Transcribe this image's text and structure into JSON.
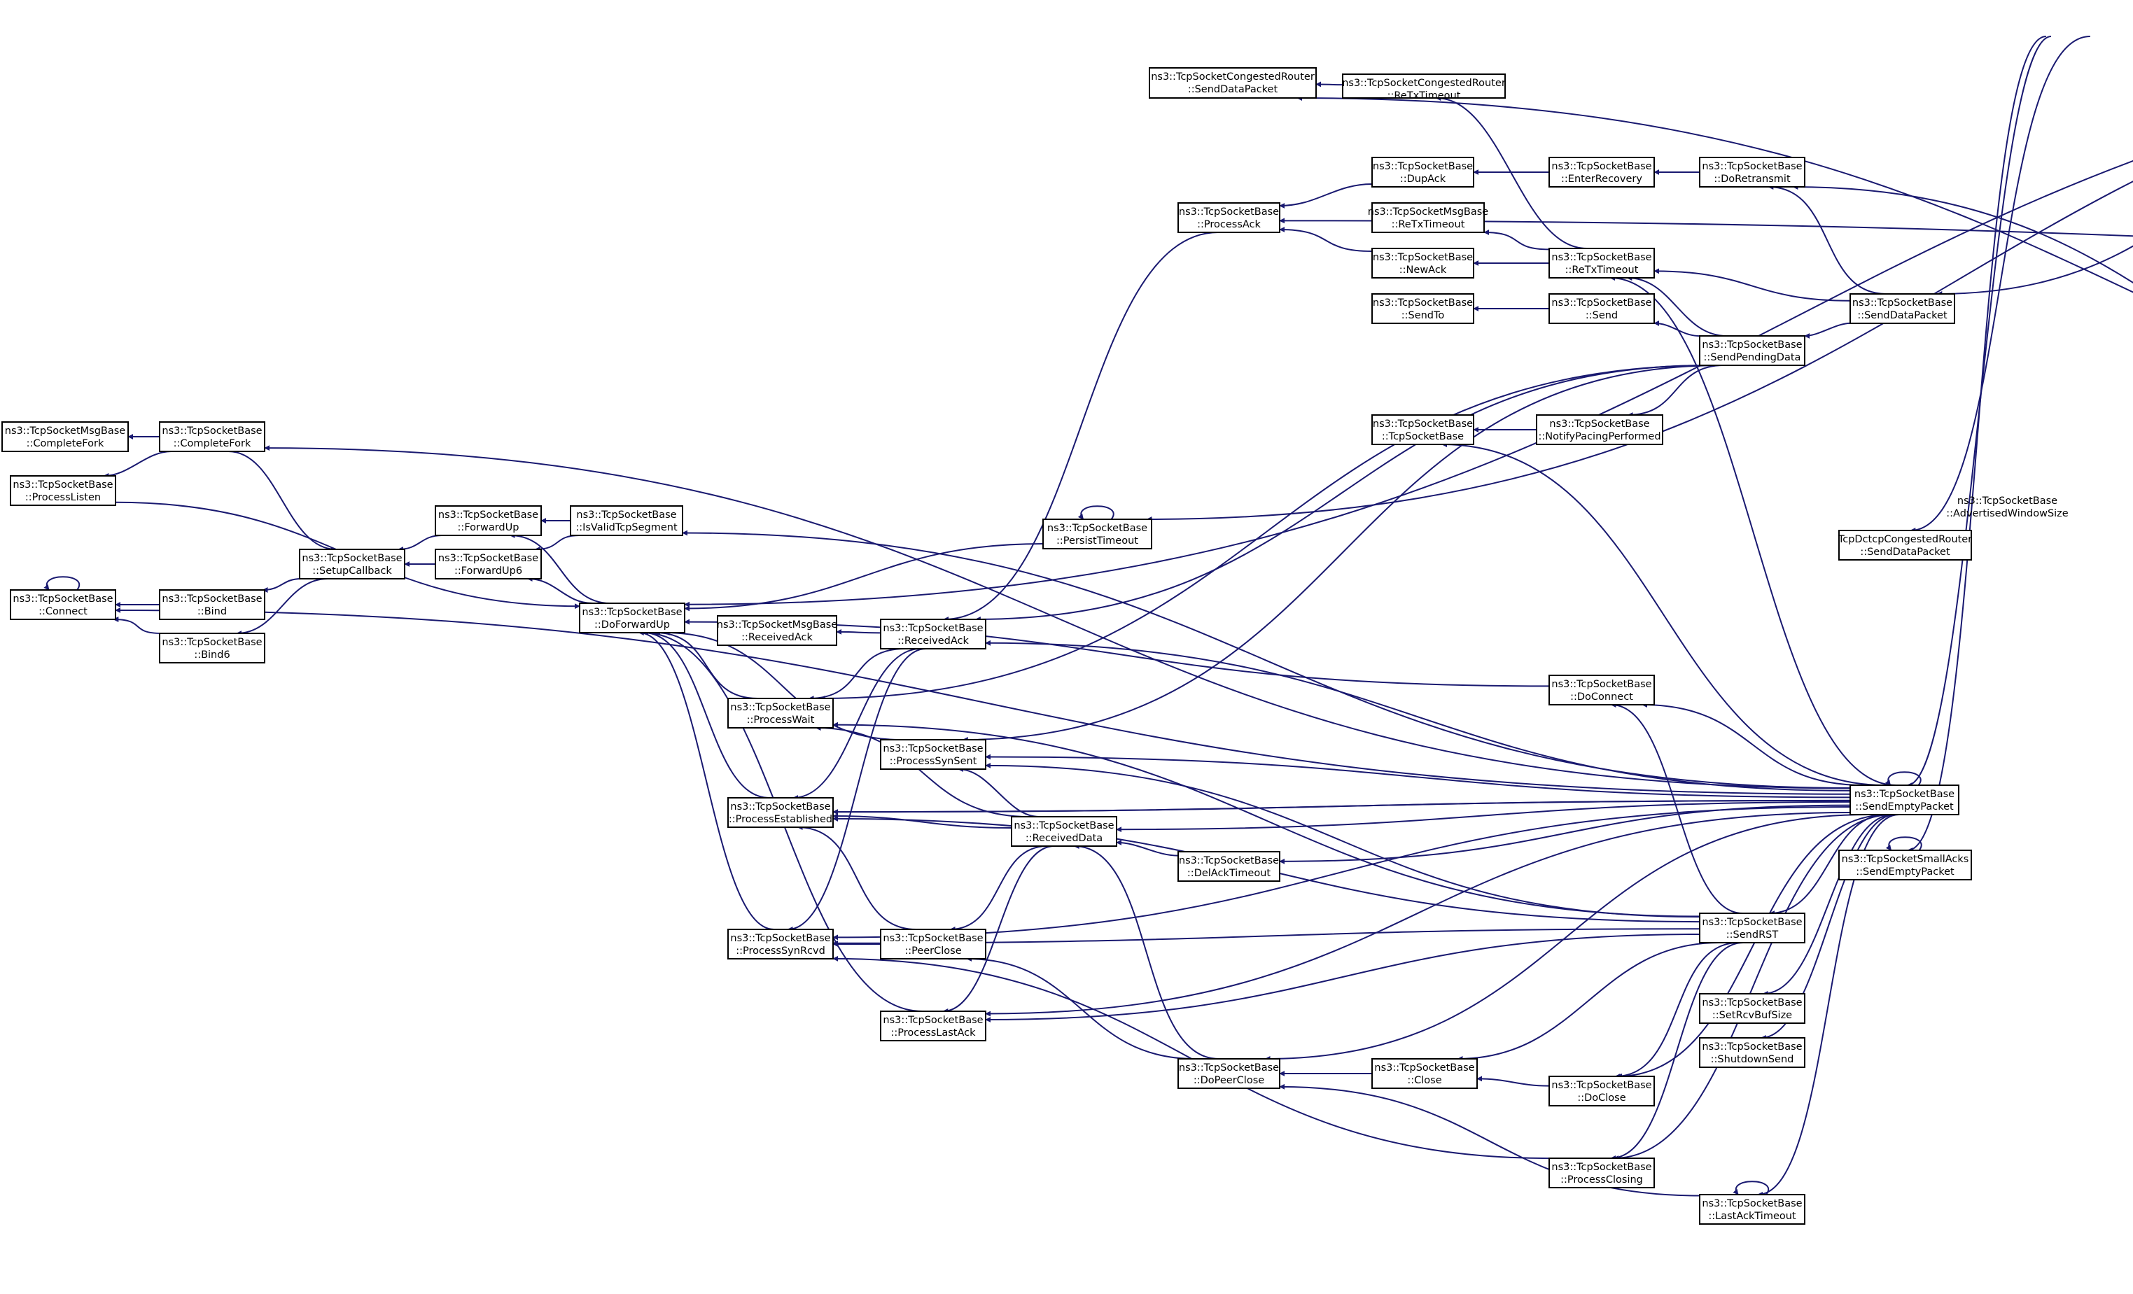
{
  "nodes": {
    "advwin": {
      "l1": "ns3::TcpSocketBase",
      "l2": "::AdvertisedWindowSize",
      "root": true
    },
    "cr_senddata": {
      "l1": "ns3::TcpSocketCongestedRouter",
      "l2": "::SendDataPacket"
    },
    "cr_retx": {
      "l1": "ns3::TcpSocketCongestedRouter",
      "l2": "::ReTxTimeout"
    },
    "processack": {
      "l1": "ns3::TcpSocketBase",
      "l2": "::ProcessAck"
    },
    "dupack": {
      "l1": "ns3::TcpSocketBase",
      "l2": "::DupAck"
    },
    "enterrecovery": {
      "l1": "ns3::TcpSocketBase",
      "l2": "::EnterRecovery"
    },
    "doretransmit": {
      "l1": "ns3::TcpSocketBase",
      "l2": "::DoRetransmit"
    },
    "msg_retx": {
      "l1": "ns3::TcpSocketMsgBase",
      "l2": "::ReTxTimeout"
    },
    "newack": {
      "l1": "ns3::TcpSocketBase",
      "l2": "::NewAck"
    },
    "retx": {
      "l1": "ns3::TcpSocketBase",
      "l2": "::ReTxTimeout"
    },
    "senddatapacket": {
      "l1": "ns3::TcpSocketBase",
      "l2": "::SendDataPacket"
    },
    "sendto": {
      "l1": "ns3::TcpSocketBase",
      "l2": "::SendTo"
    },
    "send": {
      "l1": "ns3::TcpSocketBase",
      "l2": "::Send"
    },
    "sendpending": {
      "l1": "ns3::TcpSocketBase",
      "l2": "::SendPendingData"
    },
    "ctor": {
      "l1": "ns3::TcpSocketBase",
      "l2": "::TcpSocketBase"
    },
    "notifypacing": {
      "l1": "ns3::TcpSocketBase",
      "l2": "::NotifyPacingPerformed"
    },
    "msg_completefork": {
      "l1": "ns3::TcpSocketMsgBase",
      "l2": "::CompleteFork"
    },
    "completefork": {
      "l1": "ns3::TcpSocketBase",
      "l2": "::CompleteFork"
    },
    "processlisten": {
      "l1": "ns3::TcpSocketBase",
      "l2": "::ProcessListen"
    },
    "forwardup": {
      "l1": "ns3::TcpSocketBase",
      "l2": "::ForwardUp"
    },
    "isvalid": {
      "l1": "ns3::TcpSocketBase",
      "l2": "::IsValidTcpSegment"
    },
    "setupcb": {
      "l1": "ns3::TcpSocketBase",
      "l2": "::SetupCallback"
    },
    "forwardup6": {
      "l1": "ns3::TcpSocketBase",
      "l2": "::ForwardUp6"
    },
    "persist": {
      "l1": "ns3::TcpSocketBase",
      "l2": "::PersistTimeout"
    },
    "dctcp_send": {
      "l1": "TcpDctcpCongestedRouter",
      "l2": "::SendDataPacket"
    },
    "connect": {
      "l1": "ns3::TcpSocketBase",
      "l2": "::Connect"
    },
    "bind": {
      "l1": "ns3::TcpSocketBase",
      "l2": "::Bind"
    },
    "bind6": {
      "l1": "ns3::TcpSocketBase",
      "l2": "::Bind6"
    },
    "doforwardup": {
      "l1": "ns3::TcpSocketBase",
      "l2": "::DoForwardUp"
    },
    "msg_recvack": {
      "l1": "ns3::TcpSocketMsgBase",
      "l2": "::ReceivedAck"
    },
    "recvack": {
      "l1": "ns3::TcpSocketBase",
      "l2": "::ReceivedAck"
    },
    "processwait": {
      "l1": "ns3::TcpSocketBase",
      "l2": "::ProcessWait"
    },
    "doconnect": {
      "l1": "ns3::TcpSocketBase",
      "l2": "::DoConnect"
    },
    "synsent": {
      "l1": "ns3::TcpSocketBase",
      "l2": "::ProcessSynSent"
    },
    "established": {
      "l1": "ns3::TcpSocketBase",
      "l2": "::ProcessEstablished"
    },
    "recvdata": {
      "l1": "ns3::TcpSocketBase",
      "l2": "::ReceivedData"
    },
    "sendempty": {
      "l1": "ns3::TcpSocketBase",
      "l2": "::SendEmptyPacket"
    },
    "delack": {
      "l1": "ns3::TcpSocketBase",
      "l2": "::DelAckTimeout"
    },
    "small_sendempty": {
      "l1": "ns3::TcpSocketSmallAcks",
      "l2": "::SendEmptyPacket"
    },
    "synrcvd": {
      "l1": "ns3::TcpSocketBase",
      "l2": "::ProcessSynRcvd"
    },
    "peerclose": {
      "l1": "ns3::TcpSocketBase",
      "l2": "::PeerClose"
    },
    "sendrst": {
      "l1": "ns3::TcpSocketBase",
      "l2": "::SendRST"
    },
    "setrcvbuf": {
      "l1": "ns3::TcpSocketBase",
      "l2": "::SetRcvBufSize"
    },
    "lastack": {
      "l1": "ns3::TcpSocketBase",
      "l2": "::ProcessLastAck"
    },
    "shutdownsend": {
      "l1": "ns3::TcpSocketBase",
      "l2": "::ShutdownSend"
    },
    "dopeerclose": {
      "l1": "ns3::TcpSocketBase",
      "l2": "::DoPeerClose"
    },
    "close": {
      "l1": "ns3::TcpSocketBase",
      "l2": "::Close"
    },
    "doclose": {
      "l1": "ns3::TcpSocketBase",
      "l2": "::DoClose"
    },
    "closing": {
      "l1": "ns3::TcpSocketBase",
      "l2": "::ProcessClosing"
    },
    "lastacktimeout": {
      "l1": "ns3::TcpSocketBase",
      "l2": "::LastAckTimeout"
    }
  },
  "edges": [
    [
      "cr_senddata",
      "advwin"
    ],
    [
      "cr_senddata",
      "cr_retx"
    ],
    [
      "doforwardup",
      "advwin"
    ],
    [
      "processack",
      "advwin"
    ],
    [
      "processack",
      "dupack"
    ],
    [
      "processack",
      "newack"
    ],
    [
      "dupack",
      "enterrecovery"
    ],
    [
      "enterrecovery",
      "doretransmit"
    ],
    [
      "doretransmit",
      "advwin"
    ],
    [
      "cr_retx",
      "retx"
    ],
    [
      "msg_retx",
      "retx"
    ],
    [
      "newack",
      "retx"
    ],
    [
      "retx",
      "senddatapacket"
    ],
    [
      "retx",
      "sendpending"
    ],
    [
      "retx",
      "sendempty"
    ],
    [
      "doretransmit",
      "senddatapacket"
    ],
    [
      "senddatapacket",
      "advwin"
    ],
    [
      "sendto",
      "send"
    ],
    [
      "send",
      "sendpending"
    ],
    [
      "sendpending",
      "senddatapacket"
    ],
    [
      "ctor",
      "notifypacing"
    ],
    [
      "notifypacing",
      "sendpending"
    ],
    [
      "ctor",
      "sendempty"
    ],
    [
      "msg_completefork",
      "completefork"
    ],
    [
      "processlisten",
      "completefork"
    ],
    [
      "completefork",
      "sendempty"
    ],
    [
      "setupcb",
      "completefork"
    ],
    [
      "setupcb",
      "forwardup"
    ],
    [
      "setupcb",
      "forwardup6"
    ],
    [
      "connect",
      "bind"
    ],
    [
      "connect",
      "bind6"
    ],
    [
      "connect",
      "connect"
    ],
    [
      "bind",
      "setupcb"
    ],
    [
      "bind6",
      "setupcb"
    ],
    [
      "connect",
      "sendempty"
    ],
    [
      "forwardup",
      "isvalid"
    ],
    [
      "forwardup6",
      "isvalid"
    ],
    [
      "forwardup",
      "doforwardup"
    ],
    [
      "forwardup6",
      "doforwardup"
    ],
    [
      "isvalid",
      "sendempty"
    ],
    [
      "doforwardup",
      "processlisten"
    ],
    [
      "doforwardup",
      "doconnect"
    ],
    [
      "persist",
      "persist"
    ],
    [
      "persist",
      "advwin"
    ],
    [
      "doforwardup",
      "persist"
    ],
    [
      "dctcp_send",
      "advwin"
    ],
    [
      "msg_recvack",
      "recvack"
    ],
    [
      "recvack",
      "processack"
    ],
    [
      "recvack",
      "sendpending"
    ],
    [
      "recvack",
      "sendempty"
    ],
    [
      "doforwardup",
      "processwait"
    ],
    [
      "doforwardup",
      "synsent"
    ],
    [
      "doforwardup",
      "established"
    ],
    [
      "doforwardup",
      "synrcvd"
    ],
    [
      "doforwardup",
      "lastack"
    ],
    [
      "processwait",
      "recvack"
    ],
    [
      "processwait",
      "recvdata"
    ],
    [
      "processwait",
      "sendpending"
    ],
    [
      "processwait",
      "sendrst"
    ],
    [
      "synsent",
      "recvdata"
    ],
    [
      "synsent",
      "sendpending"
    ],
    [
      "synsent",
      "sendempty"
    ],
    [
      "synsent",
      "sendrst"
    ],
    [
      "established",
      "recvack"
    ],
    [
      "established",
      "recvdata"
    ],
    [
      "established",
      "peerclose"
    ],
    [
      "established",
      "sendempty"
    ],
    [
      "established",
      "sendrst"
    ],
    [
      "recvdata",
      "sendempty"
    ],
    [
      "recvdata",
      "delack"
    ],
    [
      "recvdata",
      "dopeerclose"
    ],
    [
      "delack",
      "sendempty"
    ],
    [
      "synrcvd",
      "peerclose"
    ],
    [
      "synrcvd",
      "recvack"
    ],
    [
      "synrcvd",
      "sendrst"
    ],
    [
      "synrcvd",
      "sendempty"
    ],
    [
      "peerclose",
      "recvdata"
    ],
    [
      "peerclose",
      "dopeerclose"
    ],
    [
      "lastack",
      "recvdata"
    ],
    [
      "lastack",
      "sendrst"
    ],
    [
      "lastack",
      "sendempty"
    ],
    [
      "doconnect",
      "sendempty"
    ],
    [
      "doconnect",
      "sendrst"
    ],
    [
      "sendempty",
      "sendempty"
    ],
    [
      "sendempty",
      "advwin"
    ],
    [
      "small_sendempty",
      "small_sendempty"
    ],
    [
      "small_sendempty",
      "advwin"
    ],
    [
      "sendrst",
      "sendempty"
    ],
    [
      "setrcvbuf",
      "sendempty"
    ],
    [
      "shutdownsend",
      "sendempty"
    ],
    [
      "dopeerclose",
      "close"
    ],
    [
      "dopeerclose",
      "sendempty"
    ],
    [
      "dopeerclose",
      "lastacktimeout"
    ],
    [
      "close",
      "doclose"
    ],
    [
      "close",
      "sendrst"
    ],
    [
      "doclose",
      "sendrst"
    ],
    [
      "doclose",
      "sendempty"
    ],
    [
      "closing",
      "sendrst"
    ],
    [
      "closing",
      "sendempty"
    ],
    [
      "synrcvd",
      "closing"
    ],
    [
      "lastacktimeout",
      "lastacktimeout"
    ],
    [
      "lastacktimeout",
      "sendempty"
    ],
    [
      "established",
      "sendempty"
    ]
  ]
}
